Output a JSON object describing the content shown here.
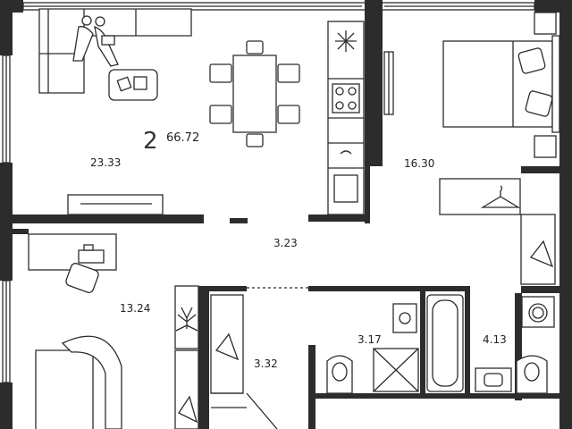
{
  "plan": {
    "room_count": "2",
    "total_area": "66.72",
    "rooms": [
      {
        "id": "living-room",
        "area": "23.33"
      },
      {
        "id": "bedroom",
        "area": "16.30"
      },
      {
        "id": "hallway",
        "area": "3.23"
      },
      {
        "id": "study",
        "area": "13.24"
      },
      {
        "id": "wardrobe",
        "area": "3.32"
      },
      {
        "id": "bathroom-shower",
        "area": "3.17"
      },
      {
        "id": "bathroom-bath",
        "area": "4.13"
      }
    ]
  },
  "colors": {
    "wall": "#2c2c2c",
    "background": "#ffffff",
    "text": "#222222"
  },
  "icons": [
    "sofa-icon",
    "people-icon",
    "coffee-table-icon",
    "dining-table-icon",
    "chair-icon",
    "stove-icon",
    "sink-icon",
    "tv-icon",
    "bed-icon",
    "pillow-icon",
    "hanger-icon",
    "desk-icon",
    "office-chair-icon",
    "armchair-icon",
    "plant-icon",
    "washing-machine-icon",
    "toilet-icon",
    "shower-icon",
    "bathtub-icon",
    "window-icon"
  ]
}
